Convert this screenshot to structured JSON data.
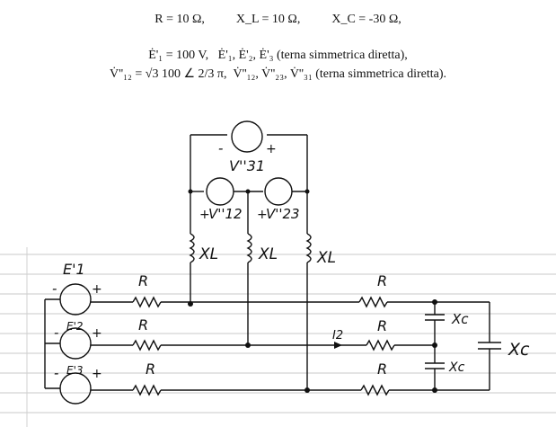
{
  "header": {
    "line1": "R = 10 Ω,          X_L = 10 Ω,          X_C = -30 Ω,",
    "line2": "Ė'₁ = 100 V,   Ė'₁, Ė'₂, Ė'₃ (terna simmetrica diretta),",
    "line3": "V̇''₁₂ = √3 100 ∠ 2/3 π,  V̇''₁₂, V̇''₂₃, V̇''₃₁ (terna simmetrica diretta)."
  },
  "labels": {
    "v31": "V''31",
    "v12": "V''12",
    "v23": "V''23",
    "xl": "XL",
    "xc": "Xc",
    "xc_big": "Xc",
    "r": "R",
    "i2": "I2",
    "e1": "E'1",
    "e2": "E'2",
    "e3": "E'3",
    "plus": "+",
    "minus": "-"
  },
  "colors": {
    "ink": "#111111",
    "ruled_line": "#c8c8c8",
    "margin_line": "#d0d0d0"
  }
}
